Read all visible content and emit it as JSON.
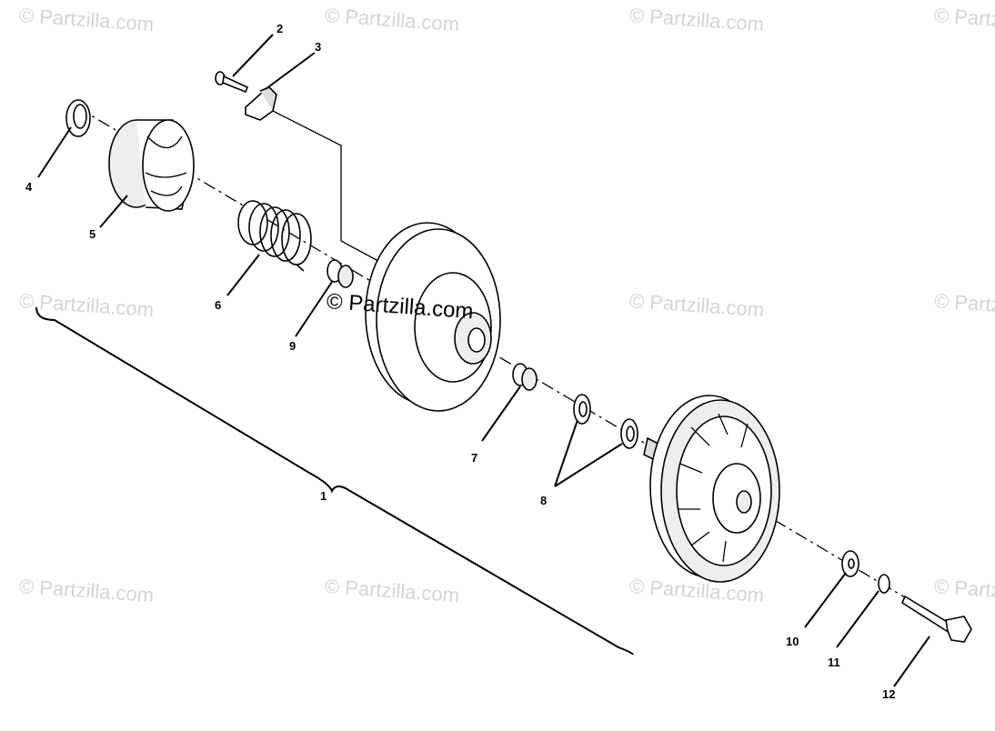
{
  "watermark": "© Partzilla.com",
  "center_watermark": "© Partzilla.com",
  "callouts": [
    "1",
    "2",
    "3",
    "4",
    "5",
    "6",
    "7",
    "8",
    "9",
    "10",
    "11",
    "12"
  ],
  "colors": {
    "watermark": "#d4d4d4",
    "ink": "#000000",
    "background": "#ffffff"
  }
}
